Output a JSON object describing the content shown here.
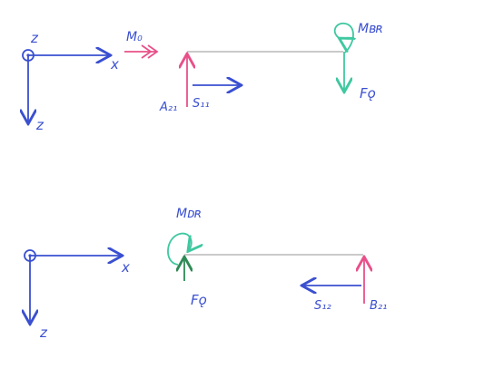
{
  "colors": {
    "ink_blue": "#3a4fd0",
    "ink_pink": "#e8508a",
    "ink_teal": "#3fc8a0",
    "ink_green": "#2e8a55",
    "beam_gray": "#b8b8b8",
    "paper": "#ffffff"
  },
  "diagram_1": {
    "axis_top_label": "z",
    "axis_x_label": "x",
    "axis_down_label": "z",
    "moment_left_label": "M₀",
    "moment_right_label": "Mʙʀ",
    "force_up_label": "A₂₁",
    "force_internal_label": "S₁₁",
    "force_down_label": "Fǫ"
  },
  "diagram_2": {
    "axis_x_label": "x",
    "axis_down_label": "z",
    "moment_label": "Mᴅʀ",
    "force_left_label": "Fǫ",
    "force_internal_label": "S₁₂",
    "force_right_label": "B₂₁"
  }
}
